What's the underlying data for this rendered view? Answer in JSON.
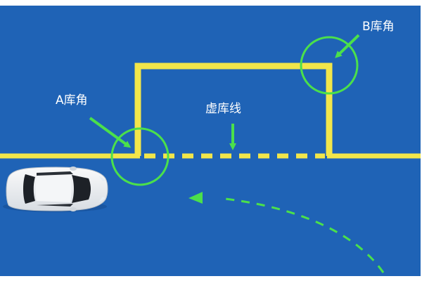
{
  "labels": {
    "a_corner": "A库角",
    "b_corner": "B库角",
    "dashed_line": "虚库线"
  },
  "colors": {
    "background": "#1f63b6",
    "line": "#f2e64a",
    "marker": "#4be04b",
    "path": "#4be04b",
    "text": "#ffffff"
  },
  "icons": [
    "car-icon",
    "circle-marker",
    "arrow-icon"
  ]
}
